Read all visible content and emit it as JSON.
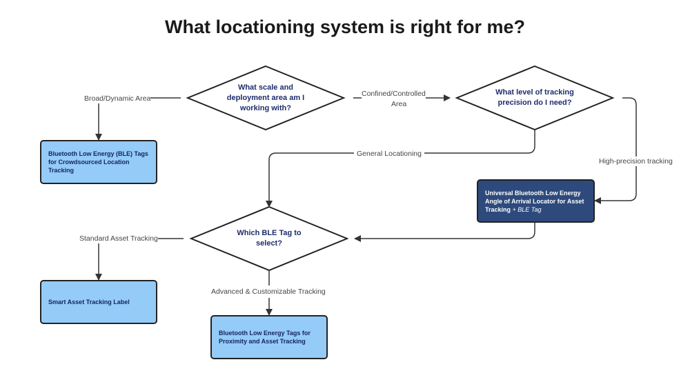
{
  "title": "What locationing system is right for me?",
  "decisions": {
    "scale": "What scale and deployment area am I working with?",
    "precision": "What level of tracking precision do I need?",
    "tag": "Which BLE Tag to select?"
  },
  "outcomes": {
    "crowdsourced": "Bluetooth Low Energy (BLE) Tags for Crowdsourced Location Tracking",
    "aoa_main": "Universal Bluetooth Low Energy Angle of Arrival Locator for Asset Tracking",
    "aoa_suffix": "+ BLE Tag",
    "smart_label": "Smart Asset Tracking Label",
    "proximity": "Bluetooth Low Energy Tags for Proximity and Asset Tracking"
  },
  "edges": {
    "broad": "Broad/Dynamic Area",
    "confined_1": "Confined/Controlled",
    "confined_2": "Area",
    "general": "General Locationing",
    "high_precision": "High-precision tracking",
    "standard": "Standard Asset Tracking",
    "advanced": "Advanced & Customizable Tracking"
  }
}
